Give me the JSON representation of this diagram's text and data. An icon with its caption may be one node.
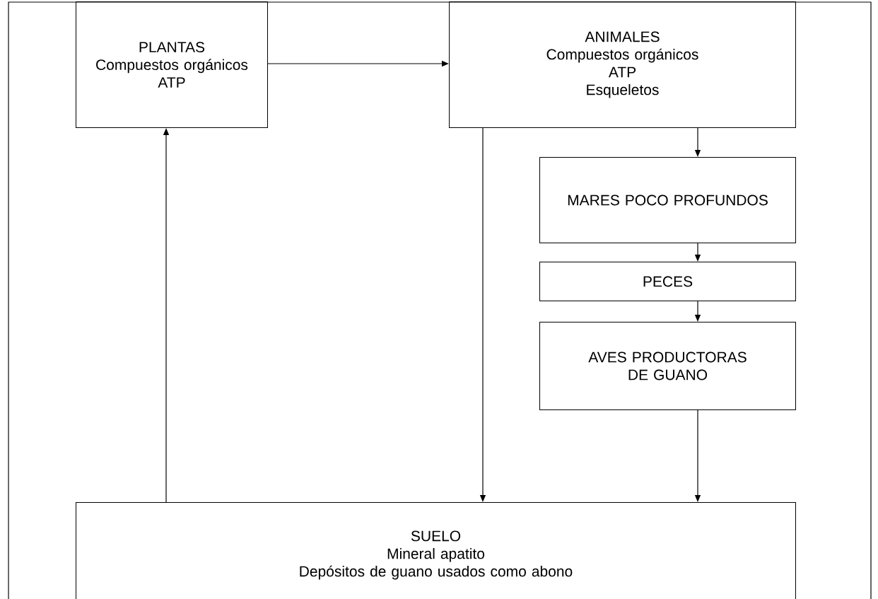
{
  "diagram": {
    "nodes": [
      {
        "text": [
          "PLANTAS",
          "Compuestos orgánicos",
          "ATP"
        ]
      },
      {
        "text": [
          "ANIMALES",
          "Compuestos orgánicos",
          "ATP",
          "Esqueletos"
        ]
      },
      {
        "text": [
          "MARES POCO PROFUNDOS"
        ]
      },
      {
        "text": [
          "PECES"
        ]
      },
      {
        "text": [
          "AVES PRODUCTORAS DE GUANO"
        ]
      },
      {
        "text": [
          "SUELO",
          "Mineral apatito",
          "Depósitos de guano usados como abono"
        ]
      }
    ],
    "edges": [
      {
        "from": 0,
        "to": 1,
        "arrow": "to"
      },
      {
        "from": 1,
        "to": 2,
        "arrow": "to"
      },
      {
        "from": 2,
        "to": 3,
        "arrow": "to"
      },
      {
        "from": 3,
        "to": 4,
        "arrow": "to"
      },
      {
        "from": 4,
        "to": 5,
        "arrow": "to"
      },
      {
        "from": 1,
        "to": 5,
        "arrow": "to"
      },
      {
        "from": 5,
        "to": 0,
        "arrow": "to"
      }
    ]
  }
}
